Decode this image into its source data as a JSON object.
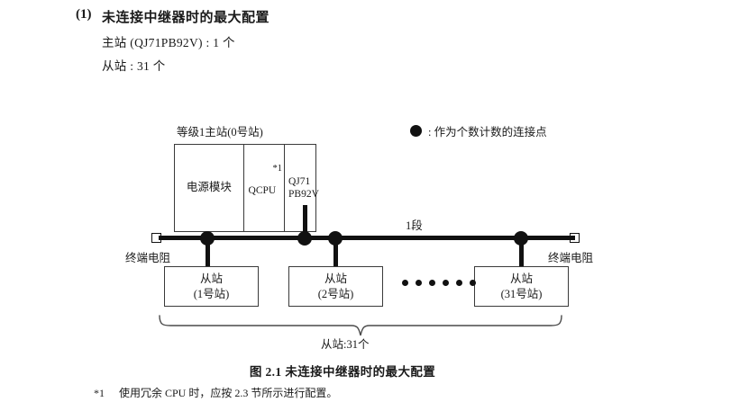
{
  "heading": {
    "number": "(1)",
    "title": "未连接中继器时的最大配置",
    "spec_master": "主站 (QJ71PB92V) : 1 个",
    "spec_slave": "从站 : 31 个"
  },
  "legend": {
    "symbol": "filled-circle",
    "text": ": 作为个数计数的连接点"
  },
  "master": {
    "label": "等级1主站(0号站)",
    "cells": [
      {
        "name": "power-module",
        "text": "电源模块"
      },
      {
        "name": "qcpu",
        "text": "QCPU",
        "note": "*1"
      },
      {
        "name": "qj71pb92v",
        "line1": "QJ71",
        "line2": "PB92V"
      }
    ]
  },
  "bus": {
    "segment_label": "1段",
    "terminator_left": "终端电阻",
    "terminator_right": "终端电阻"
  },
  "slaves": [
    {
      "title": "从站",
      "station": "(1号站)"
    },
    {
      "title": "从站",
      "station": "(2号站)"
    },
    {
      "title": "从站",
      "station": "(31号站)"
    }
  ],
  "brace": {
    "label": "从站:31个"
  },
  "caption": "图 2.1  未连接中继器时的最大配置",
  "footnote": {
    "mark": "*1",
    "text": "使用冗余 CPU 时，应按 2.3 节所示进行配置。"
  },
  "colors": {
    "ink": "#1a1a1a",
    "line": "#111111",
    "box_border": "#3a3a3a",
    "paper": "#ffffff"
  }
}
